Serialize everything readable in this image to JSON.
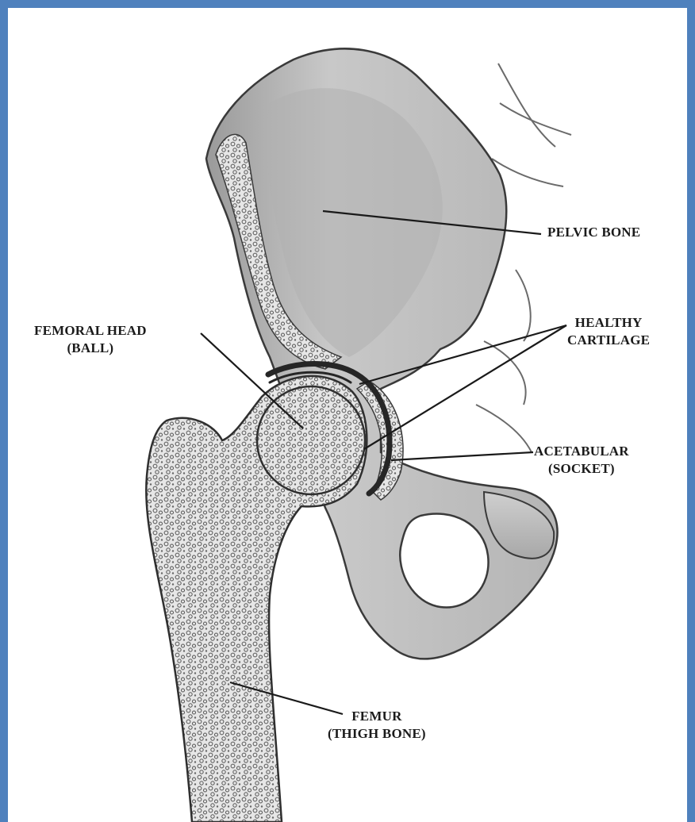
{
  "labels": {
    "pelvic_bone": "PELVIC BONE",
    "healthy_cartilage_line1": "HEALTHY",
    "healthy_cartilage_line2": "CARTILAGE",
    "femoral_head_line1": "FEMORAL HEAD",
    "femoral_head_line2": "(BALL)",
    "acetabular_line1": "ACETABULAR",
    "acetabular_line2": "(SOCKET)",
    "femur_line1": "FEMUR",
    "femur_line2": "(THIGH BONE)"
  },
  "colors": {
    "frame_border": "#4f81bd",
    "bone_fill": "#d9d9d9",
    "bone_shadow": "#a9a9a9",
    "cartilage": "#2a2a2a",
    "outline": "#3a3a3a"
  }
}
